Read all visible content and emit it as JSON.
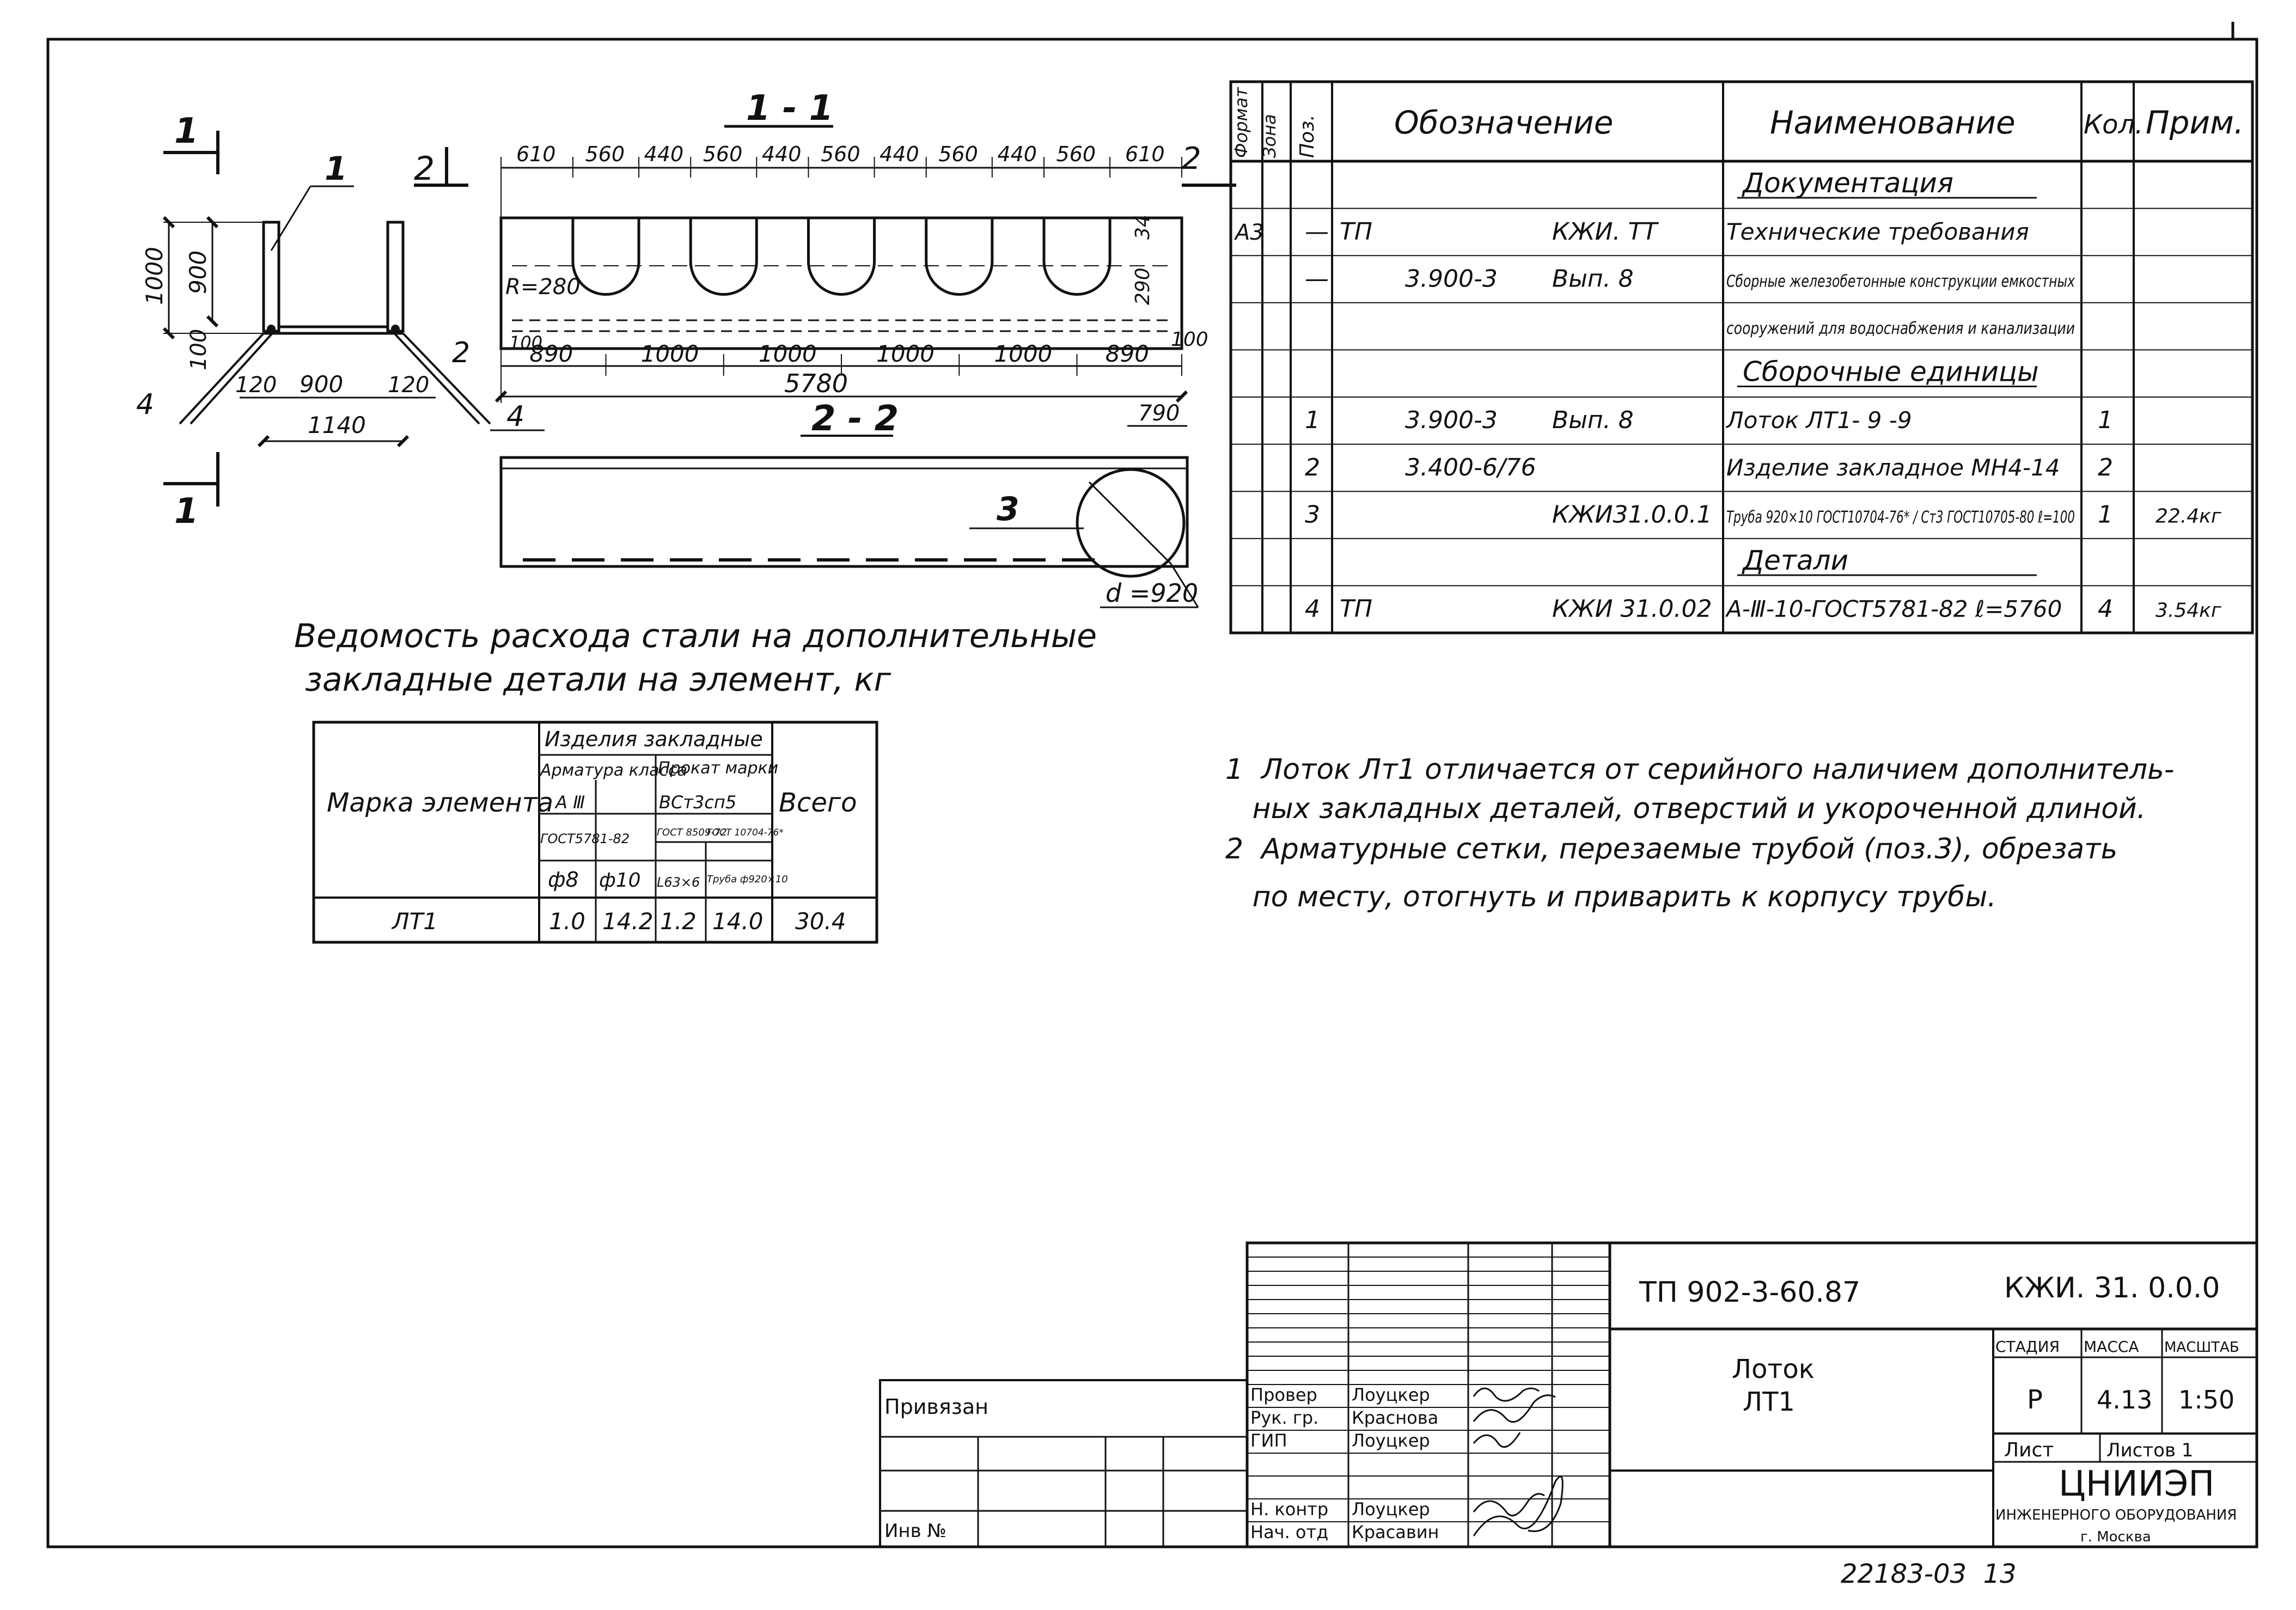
{
  "colors": {
    "ink": "#111111",
    "paper": "#ffffff"
  },
  "drawing": {
    "sec_1_1_label": "1 - 1",
    "sec_2_2_label": "2 - 2",
    "cut1": "1",
    "cut2": "2",
    "side": {
      "dim_1000": "1000",
      "dim_900": "900",
      "dim_100": "100",
      "dim_120a": "120",
      "dim_900b": "900",
      "dim_120b": "120",
      "dim_1140": "1140",
      "pos1": "1",
      "pos4": "4"
    },
    "front": {
      "top_dims": [
        "610",
        "560",
        "440",
        "560",
        "440",
        "560",
        "440",
        "560",
        "440",
        "560",
        "610"
      ],
      "bottom_dims": [
        "890",
        "1000",
        "1000",
        "1000",
        "1000",
        "890"
      ],
      "overall": "5780",
      "radius": "R=280",
      "dim_34": "34",
      "dim_290": "290",
      "dim_100l": "100",
      "dim_100r": "100",
      "pos2": "2",
      "pos4": "4"
    },
    "sec22": {
      "dim_790": "790",
      "pos3": "3",
      "diameter": "d =920"
    }
  },
  "spec_table": {
    "headers": [
      "Формат",
      "Зона",
      "Поз.",
      "Обозначение",
      "Наименование",
      "Кол.",
      "Прим."
    ],
    "rows": [
      {
        "fmt": "",
        "zone": "",
        "pos": "",
        "code1": "",
        "code2": "",
        "name": "Документация",
        "qty": "",
        "note": ""
      },
      {
        "fmt": "А3",
        "zone": "",
        "pos": "—",
        "code1": "ТП",
        "code2": "КЖИ. ТТ",
        "name": "Технические требования",
        "qty": "",
        "note": ""
      },
      {
        "fmt": "",
        "zone": "",
        "pos": "—",
        "code1": "3.900-3",
        "code2": "Вып. 8",
        "name": "Сборные железобетонные конструкции емкостных",
        "qty": "",
        "note": ""
      },
      {
        "fmt": "",
        "zone": "",
        "pos": "",
        "code1": "",
        "code2": "",
        "name": "сооружений для водоснабжения и канализации",
        "qty": "",
        "note": ""
      },
      {
        "fmt": "",
        "zone": "",
        "pos": "",
        "code1": "",
        "code2": "",
        "name": "Сборочные единицы",
        "qty": "",
        "note": ""
      },
      {
        "fmt": "",
        "zone": "",
        "pos": "1",
        "code1": "3.900-3",
        "code2": "Вып. 8",
        "name": "Лоток ЛТ1- 9 -9",
        "qty": "1",
        "note": ""
      },
      {
        "fmt": "",
        "zone": "",
        "pos": "2",
        "code1": "3.400-6/76",
        "code2": "",
        "name": "Изделие закладное МН4-14",
        "qty": "2",
        "note": ""
      },
      {
        "fmt": "",
        "zone": "",
        "pos": "3",
        "code1": "",
        "code2": "КЖИ31.0.0.1",
        "name": "Труба 920×10 ГОСТ10704-76* / Ст3 ГОСТ10705-80  ℓ=100",
        "qty": "1",
        "note": "22.4кг"
      },
      {
        "fmt": "",
        "zone": "",
        "pos": "",
        "code1": "",
        "code2": "",
        "name": "Детали",
        "qty": "",
        "note": ""
      },
      {
        "fmt": "",
        "zone": "",
        "pos": "4",
        "code1": "ТП",
        "code2": "КЖИ 31.0.02",
        "name": "А-Ⅲ-10-ГОСТ5781-82 ℓ=5760",
        "qty": "4",
        "note": "3.54кг"
      }
    ]
  },
  "steel": {
    "title_line1": "Ведомость расхода стали на дополнительные",
    "title_line2": "закладные детали на элемент, кг",
    "mark_header": "Марка элемента",
    "group_header": "Изделия закладные",
    "sub1": "Арматура класса",
    "sub1_class": "А Ⅲ",
    "sub1_gost": "ГОСТ5781-82",
    "sub2": "Прокат марки",
    "sub2_grade": "ВСт3сп5",
    "sub2_gost_a": "ГОСТ 8509-72",
    "sub2_gost_b": "ГОСТ 10704-76*",
    "total_header": "Всего",
    "cols": [
      "ф8",
      "ф10",
      "L63×6",
      "Труба ф920×10"
    ],
    "row": {
      "mark": "ЛТ1",
      "values": [
        "1.0",
        "14.2",
        "1.2",
        "14.0"
      ],
      "total": "30.4"
    }
  },
  "notes": [
    "1  Лоток Лт1 отличается от серийного наличием дополнитель-",
    "   ных закладных деталей, отверстий и укороченной длиной.",
    "2  Арматурные сетки, перезаемые трубой (поз.3), обрезать",
    "   по месту, отогнуть и приварить к корпусу трубы."
  ],
  "title_block": {
    "doc_code": "ТП 902-3-60.87",
    "mark_code": "КЖИ. 31. 0.0.0",
    "title": "Лоток",
    "title2": "ЛТ1",
    "stage_h": "СТАДИЯ",
    "mass_h": "МАССА",
    "scale_h": "МАСШТАБ",
    "stage": "Р",
    "mass": "4.13",
    "scale": "1:50",
    "sheet_h": "Лист",
    "sheets_h": "Листов 1",
    "org1": "ЦНИИЭП",
    "org2": "ИНЖЕНЕРНОГО ОБОРУДОВАНИЯ",
    "org3": "г. Москва",
    "privyazan": "Привязан",
    "inv": "Инв №",
    "roles": [
      "Провер",
      "Рук. гр.",
      "ГИП",
      "",
      "Н. контр",
      "Нач. отд"
    ],
    "names": [
      "Лоуцкер",
      "Краснова",
      "Лоуцкер",
      "",
      "Лоуцкер",
      "Красавин"
    ],
    "footer": "22183-03  13"
  }
}
